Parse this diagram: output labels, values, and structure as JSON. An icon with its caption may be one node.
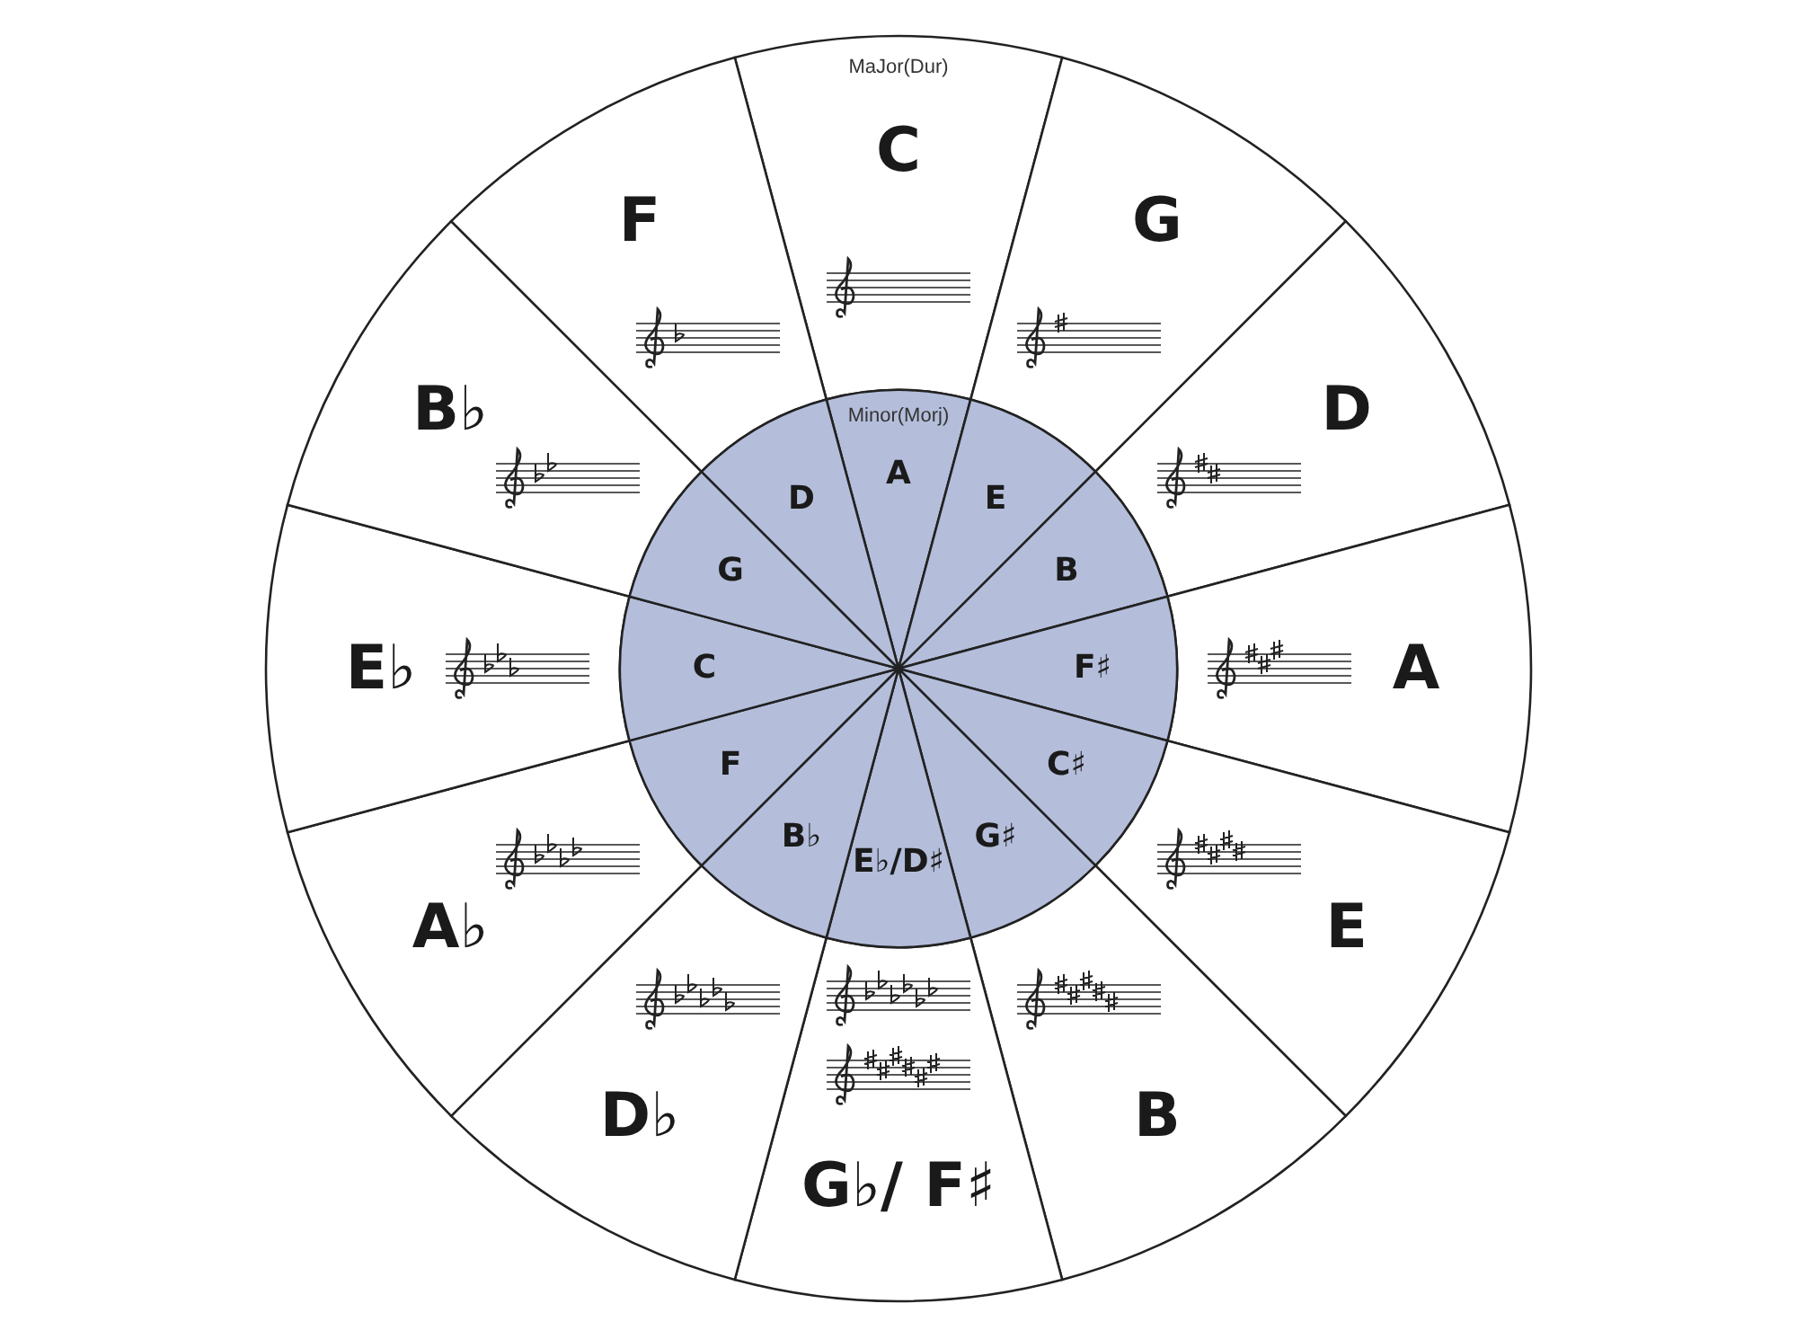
{
  "diagram": {
    "nodes": [
      {
        "text": [
          "MaJor(Dur)",
          "C"
        ]
      },
      {
        "text": [
          "G"
        ]
      },
      {
        "text": [
          "D"
        ]
      },
      {
        "text": [
          "A"
        ]
      },
      {
        "text": [
          "E"
        ]
      },
      {
        "text": [
          "B"
        ]
      },
      {
        "text": [
          "G♭/ F♯"
        ]
      },
      {
        "text": [
          "D♭"
        ]
      },
      {
        "text": [
          "A♭"
        ]
      },
      {
        "text": [
          "E♭"
        ]
      },
      {
        "text": [
          "B♭"
        ]
      },
      {
        "text": [
          "F"
        ]
      },
      {
        "text": [
          "Minor(Morj)",
          "A"
        ]
      },
      {
        "text": [
          "E"
        ]
      },
      {
        "text": [
          "B"
        ]
      },
      {
        "text": [
          "F♯"
        ]
      },
      {
        "text": [
          "C♯"
        ]
      },
      {
        "text": [
          "G♯"
        ]
      },
      {
        "text": [
          "E♭/D♯"
        ]
      },
      {
        "text": [
          "B♭"
        ]
      },
      {
        "text": [
          "F"
        ]
      },
      {
        "text": [
          "C"
        ]
      },
      {
        "text": [
          "G"
        ]
      },
      {
        "text": [
          "D"
        ]
      }
    ]
  }
}
